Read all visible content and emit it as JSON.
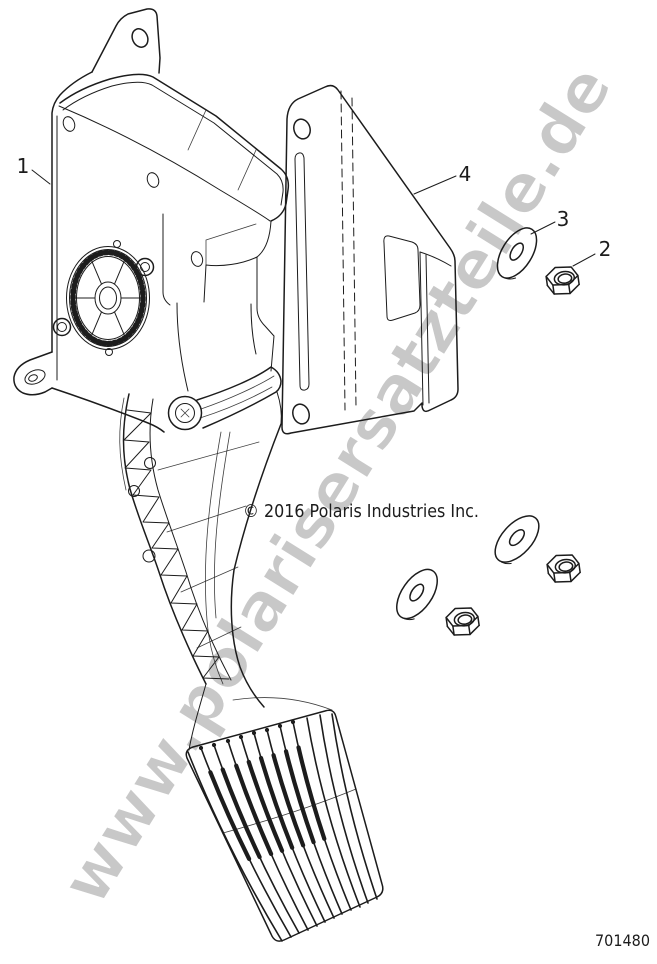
{
  "page": {
    "background": "#ffffff",
    "line_color": "#1c1c1c"
  },
  "watermark": {
    "text": "www.polarisersatzteile.de",
    "color": "#c8c8c8"
  },
  "copyright_notice": "© 2016 Polaris Industries Inc.",
  "part_number": "701480",
  "callouts": [
    {
      "label": "1"
    },
    {
      "label": "2"
    },
    {
      "label": "3"
    },
    {
      "label": "4"
    }
  ]
}
